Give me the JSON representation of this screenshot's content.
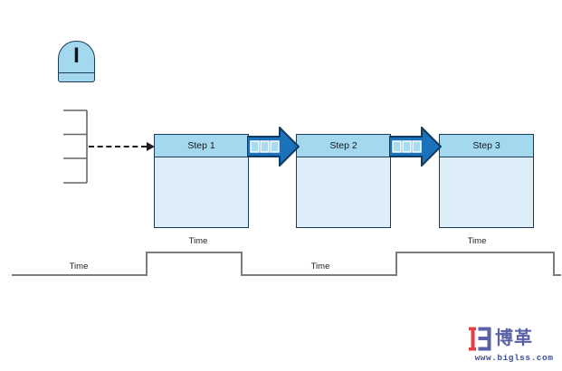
{
  "diagram": {
    "type": "value-stream-map",
    "inventory": {
      "label": "I"
    },
    "steps": [
      {
        "label": "Step 1"
      },
      {
        "label": "Step 2"
      },
      {
        "label": "Step 3"
      }
    ],
    "push_arrows": {
      "count": 2,
      "segments_per_arrow": 3
    },
    "timeline": {
      "labels": [
        {
          "text": "Time",
          "segment": "low-1"
        },
        {
          "text": "Time",
          "segment": "high-1"
        },
        {
          "text": "Time",
          "segment": "low-2"
        },
        {
          "text": "Time",
          "segment": "high-2"
        }
      ]
    },
    "colors": {
      "box_header": "#a3d8ee",
      "box_body": "#ddeef8",
      "box_border": "#1c3d5a",
      "push_arrow_fill": "#1a72ba",
      "push_arrow_border": "#123a5e",
      "push_arrow_segment": "#a8daf0",
      "timeline_line": "#7d7d7d",
      "comb_line": "#666666",
      "dashed_arrow": "#1b1b1b",
      "logo_red": "#e73c42",
      "logo_blue": "#5a60a8",
      "logo_url_blue": "#3f4f9e"
    }
  },
  "watermark": {
    "brand": "博革",
    "url": "www.biglss.com"
  }
}
